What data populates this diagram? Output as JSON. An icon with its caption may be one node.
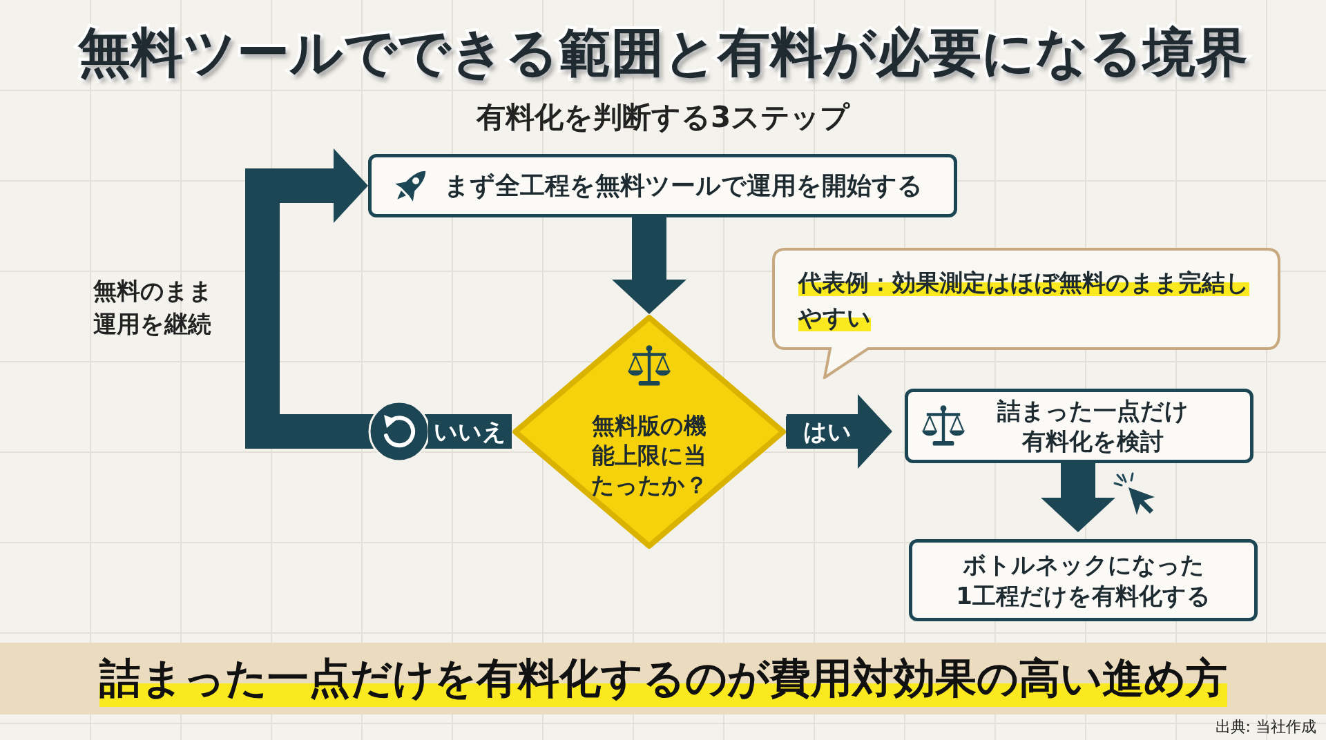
{
  "diagram": {
    "title": "無料ツールでできる範囲と有料が必要になる境界",
    "caption": "詰まった一点だけを有料化するのが費用対効果の高い進め方",
    "nodes": [
      {
        "text": [
          "まず全工程を無料ツールで運用を開始する"
        ]
      },
      {
        "text": [
          "無料版の機能上限に当たったか？"
        ]
      },
      {
        "text": [
          "詰まった一点だけ有料化を検討"
        ]
      },
      {
        "text": [
          "ボトルネックになった1工程だけを有料化する"
        ]
      },
      {
        "text": [
          "代表例：効果測定はほぼ無料のまま完結しやすい"
        ]
      }
    ],
    "edges": [
      {
        "from": 0,
        "to": 1,
        "arrow": "to"
      },
      {
        "from": 1,
        "to": 2,
        "arrow": "to",
        "label": "はい"
      },
      {
        "from": 1,
        "to": 0,
        "arrow": "to",
        "label": "いいえ"
      },
      {
        "from": 2,
        "to": 3,
        "arrow": "to"
      }
    ],
    "labels": [
      "有料化を判断する3ステップ",
      "無料のまま運用を継続",
      "出典: 当社作成"
    ]
  }
}
